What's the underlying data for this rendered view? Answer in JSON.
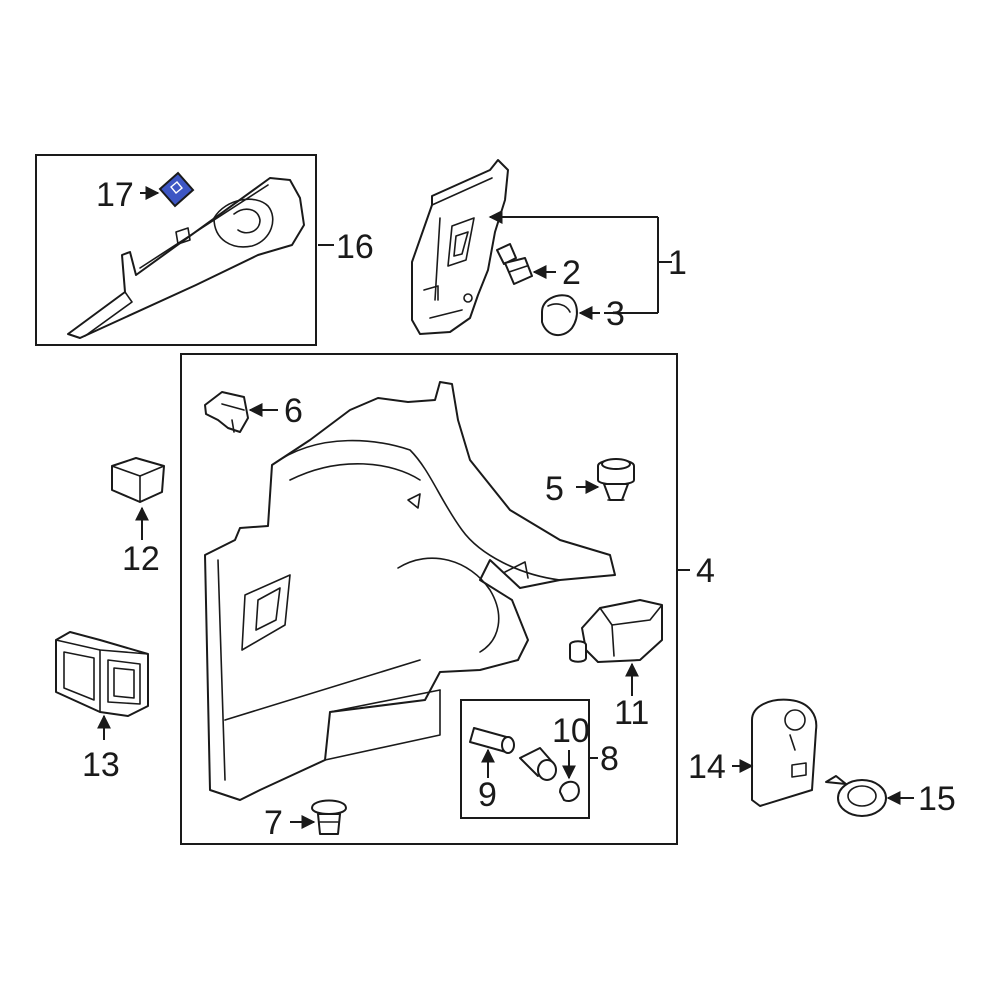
{
  "colors": {
    "line": "#1a1a1a",
    "background": "#ffffff",
    "highlight": "#3d56c4"
  },
  "callouts": {
    "c1": "1",
    "c2": "2",
    "c3": "3",
    "c4": "4",
    "c5": "5",
    "c6": "6",
    "c7": "7",
    "c8": "8",
    "c9": "9",
    "c10": "10",
    "c11": "11",
    "c12": "12",
    "c13": "13",
    "c14": "14",
    "c15": "15",
    "c16": "16",
    "c17": "17"
  },
  "highlighted_part": "17"
}
